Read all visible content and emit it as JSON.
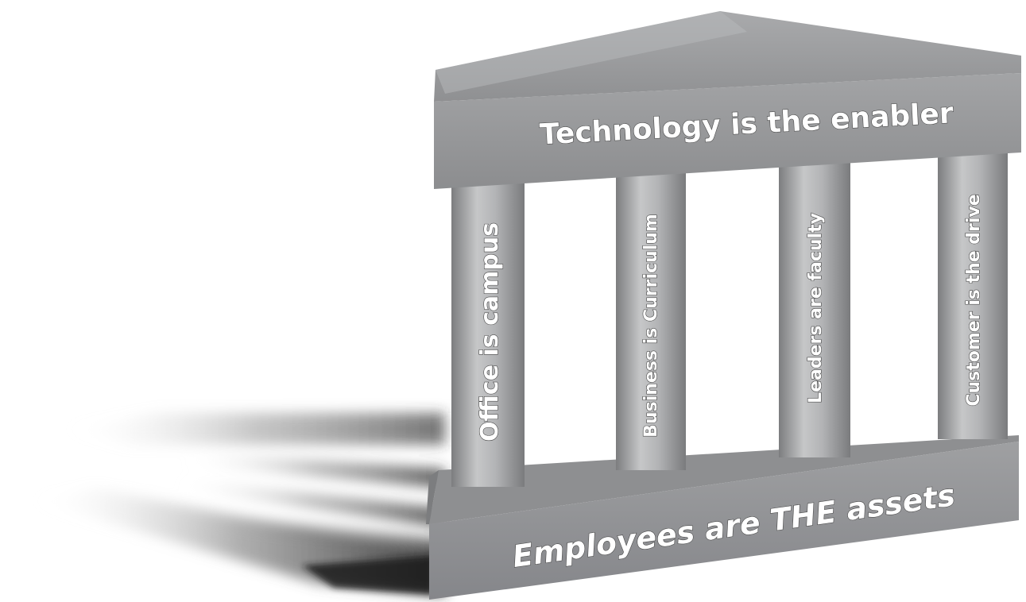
{
  "roof": {
    "text": "Technology is the  enabler"
  },
  "pillars": [
    {
      "text": "Office is campus"
    },
    {
      "text": "Business is Curriculum"
    },
    {
      "text": "Leaders are faculty"
    },
    {
      "text": "Customer is the drive"
    }
  ],
  "base": {
    "text": "Employees are THE assets"
  },
  "colors": {
    "structure_light": "#c9c9ca",
    "structure_mid": "#9e9fa1",
    "structure_dark": "#6f7072",
    "shadow": "#3a3a3a",
    "label_fill": "#ffffff"
  }
}
